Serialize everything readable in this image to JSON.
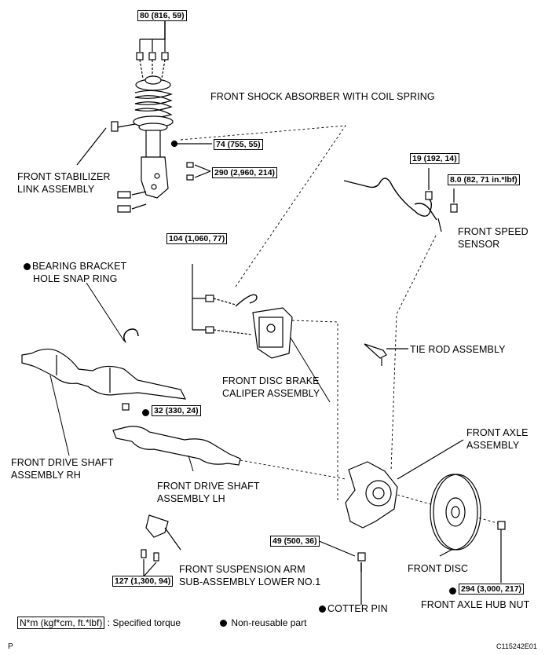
{
  "labels": {
    "shock_absorber": "FRONT SHOCK ABSORBER WITH COIL SPRING",
    "stabilizer_link_1": "FRONT STABILIZER",
    "stabilizer_link_2": "LINK ASSEMBLY",
    "speed_sensor_1": "FRONT SPEED",
    "speed_sensor_2": "SENSOR",
    "snap_ring_1": "BEARING BRACKET",
    "snap_ring_2": "HOLE SNAP RING",
    "tie_rod": "TIE ROD ASSEMBLY",
    "caliper_1": "FRONT DISC BRAKE",
    "caliper_2": "CALIPER ASSEMBLY",
    "axle_1": "FRONT AXLE",
    "axle_2": "ASSEMBLY",
    "drive_rh_1": "FRONT DRIVE SHAFT",
    "drive_rh_2": "ASSEMBLY RH",
    "drive_lh_1": "FRONT DRIVE SHAFT",
    "drive_lh_2": "ASSEMBLY LH",
    "arm_1": "FRONT SUSPENSION ARM",
    "arm_2": "SUB-ASSEMBLY LOWER NO.1",
    "disc": "FRONT DISC",
    "cotter_pin": "COTTER PIN",
    "hub_nut": "FRONT AXLE HUB NUT"
  },
  "torques": {
    "t80": "80 (816, 59)",
    "t74": "74 (755, 55)",
    "t290": "290 (2,960, 214)",
    "t19": "19 (192, 14)",
    "t8": "8.0 (82, 71 in.*lbf)",
    "t104": "104 (1,060, 77)",
    "t32": "32 (330, 24)",
    "t49": "49 (500, 36)",
    "t127": "127 (1,300, 94)",
    "t294": "294 (3,000, 217)"
  },
  "legend": {
    "unit_box": "N*m (kgf*cm, ft.*lbf)",
    "unit_desc": ": Specified torque",
    "nonreusable": "Non-reusable part"
  },
  "footer": {
    "left": "P",
    "code": "C115242E01"
  }
}
